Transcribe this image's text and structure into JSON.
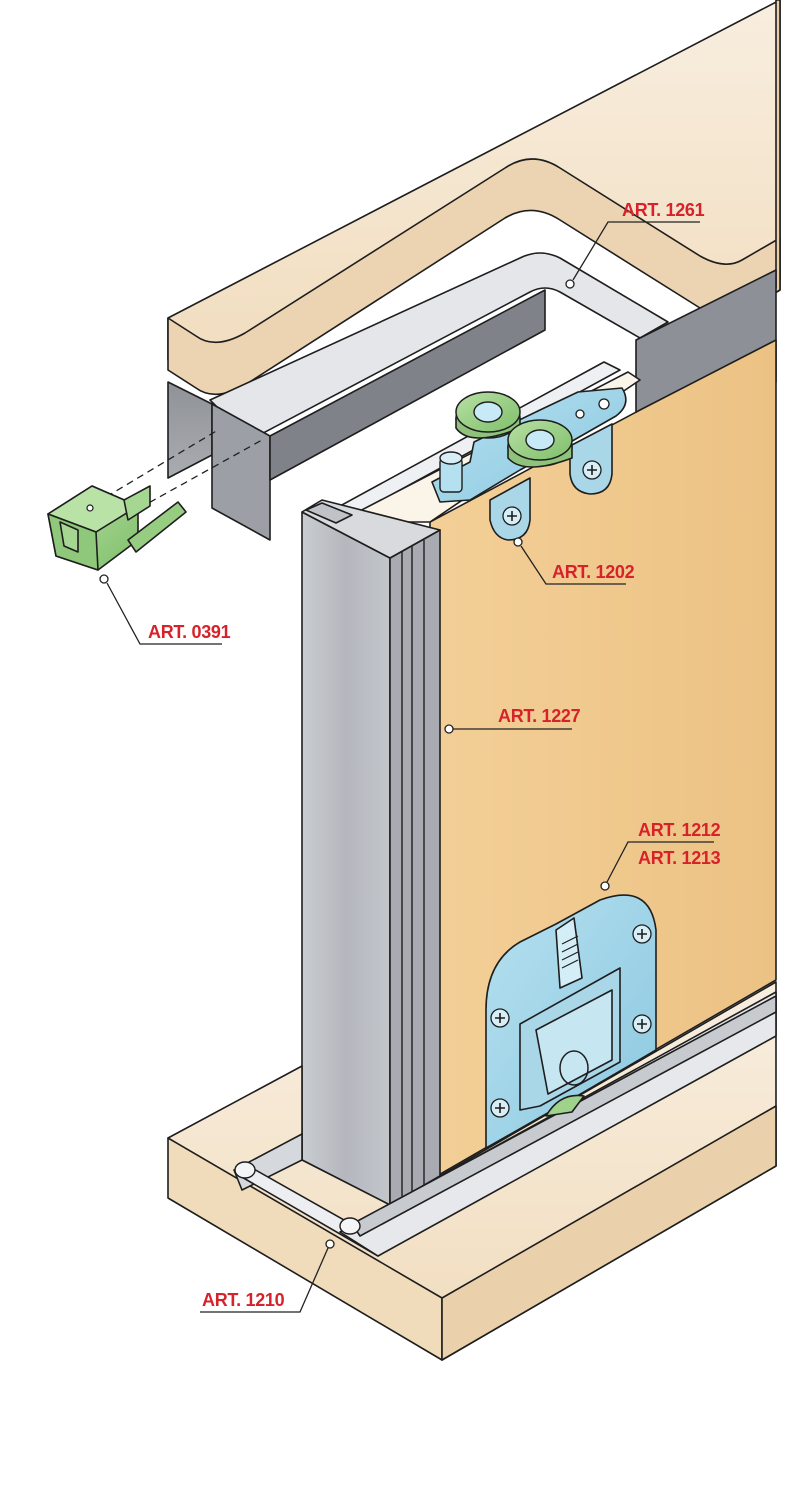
{
  "diagram": {
    "parts": [
      {
        "id": "top-panel",
        "name": "top cabinet panel"
      },
      {
        "id": "top-track",
        "name": "upper aluminium track"
      },
      {
        "id": "door",
        "name": "sliding door panel"
      },
      {
        "id": "bottom-panel",
        "name": "bottom cabinet panel"
      }
    ],
    "colors": {
      "wood_light": "#f6e8d2",
      "wood_edge": "#ebd3b0",
      "door_face": "#f0c98f",
      "aluminium": "#b9bcc2",
      "steel_blue": "#9fd4e8",
      "plastic_green": "#9fd28a",
      "label_red": "#d8222a"
    },
    "labels": {
      "art_1261": "ART. 1261",
      "art_1202": "ART. 1202",
      "art_0391": "ART. 0391",
      "art_1227": "ART. 1227",
      "art_1212": "ART. 1212",
      "art_1213": "ART. 1213",
      "art_1210": "ART. 1210"
    }
  }
}
